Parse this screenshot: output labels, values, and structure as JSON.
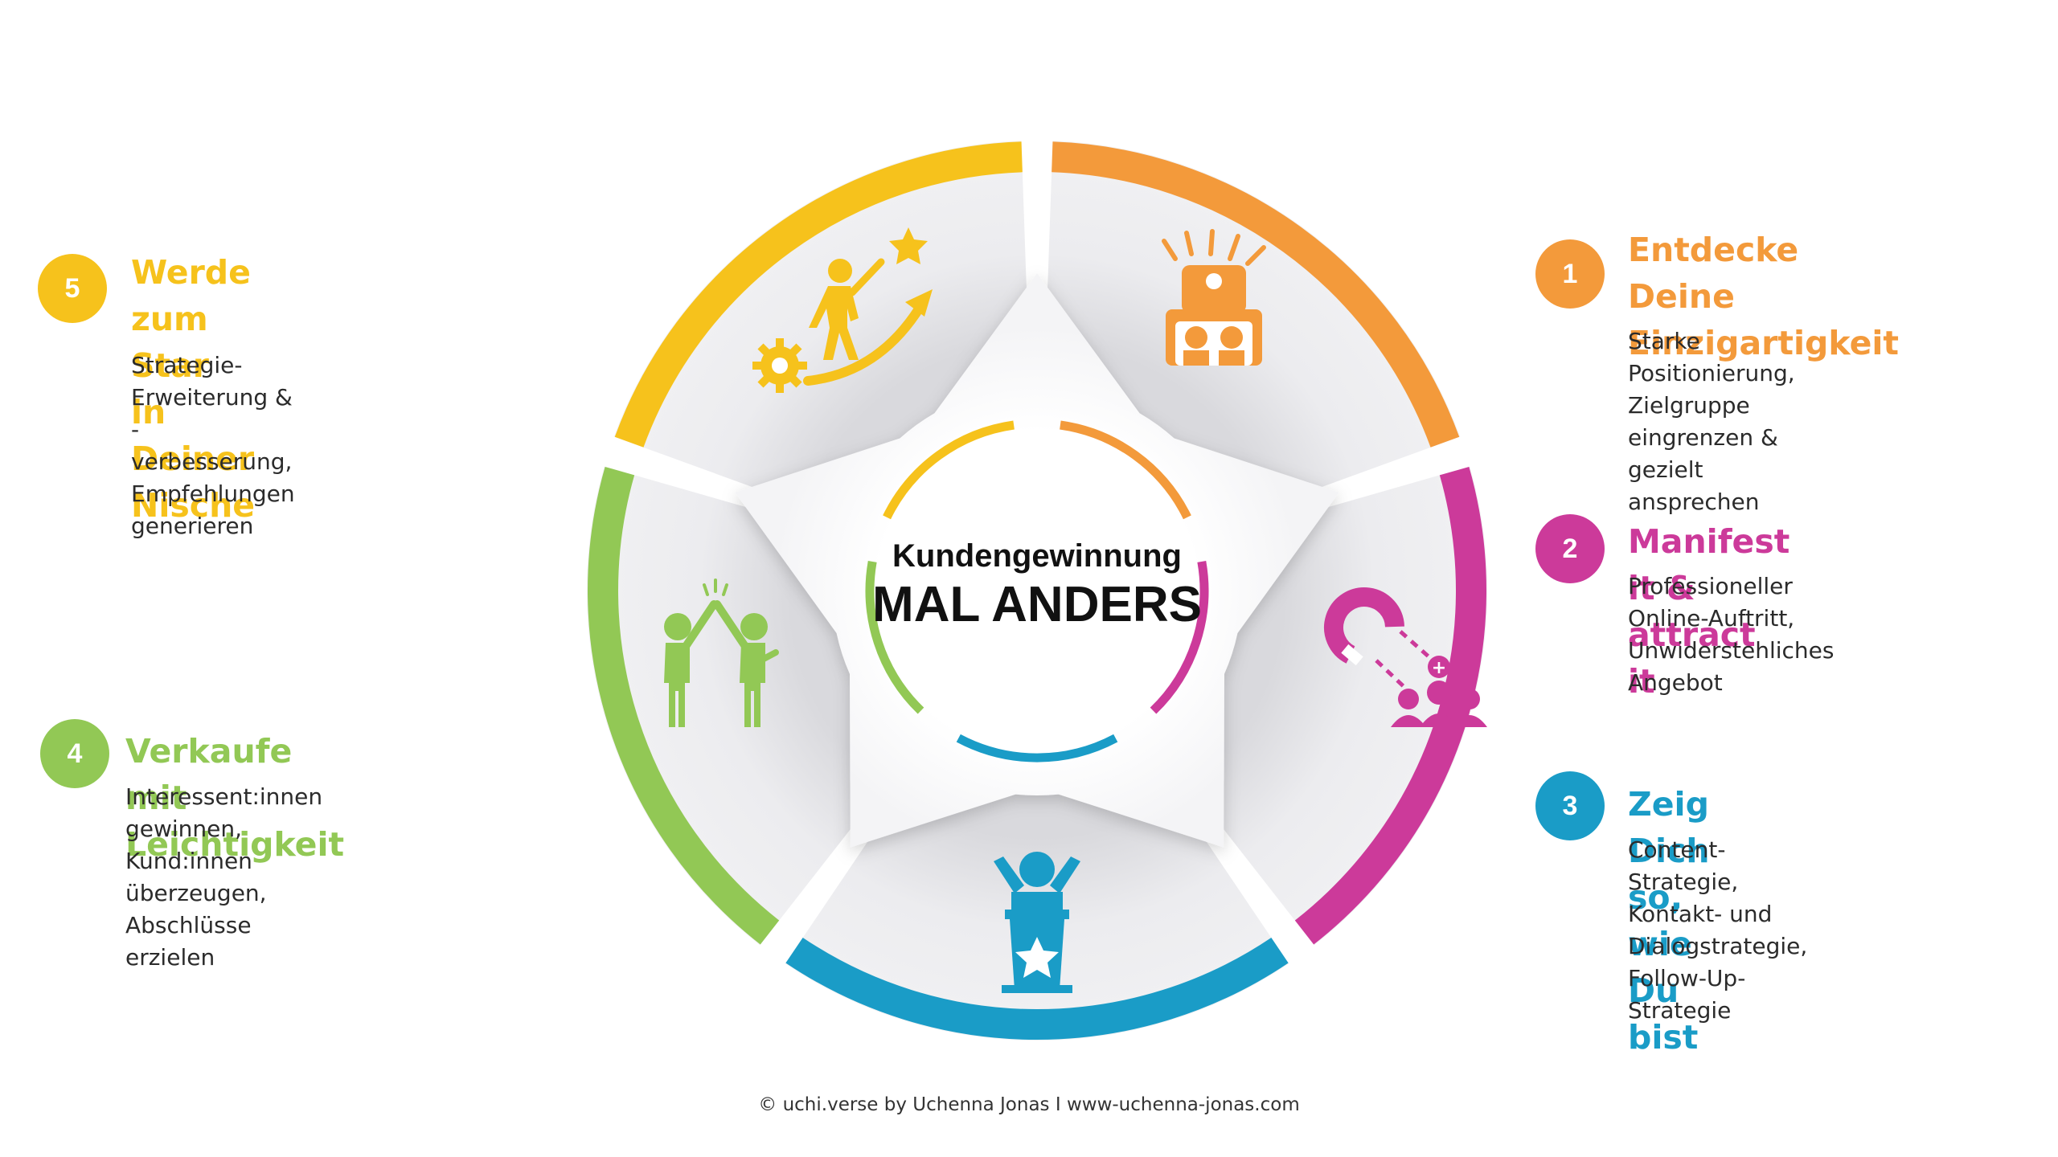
{
  "center": {
    "line1": "Kundengewinnung",
    "line2": "MAL ANDERS"
  },
  "colors": {
    "orange": "#f39a3b",
    "magenta": "#cc3a9a",
    "blue": "#1a9cc7",
    "green": "#92c855",
    "yellow": "#f6c21c",
    "segment_fill": "#eeeef0"
  },
  "steps": [
    {
      "number": "1",
      "title": "Entdecke Deine\nEinzigartigkeit",
      "description": "Starke Positionierung, Zielgruppe\neingrenzen & gezielt ansprechen",
      "color": "#f39a3b",
      "icon": "unique-group-icon"
    },
    {
      "number": "2",
      "title": "Manifest it & attract it",
      "description": "Professioneller Online-Auftritt,\nUnwiderstehliches Angebot",
      "color": "#cc3a9a",
      "icon": "magnet-attract-icon"
    },
    {
      "number": "3",
      "title": "Zeig Dich so, wie Du bist",
      "description": "Content-Strategie, Kontakt- und\nDialogstrategie, Follow-Up-Strategie",
      "color": "#1a9cc7",
      "icon": "speaker-podium-icon"
    },
    {
      "number": "4",
      "title": "Verkaufe mit Leichtigkeit",
      "description": "Interessent:innen gewinnen, Kund:innen\nüberzeugen, Abschlüsse erzielen",
      "color": "#92c855",
      "icon": "high-five-icon"
    },
    {
      "number": "5",
      "title": "Werde zum Star in\nDeiner Nische",
      "description": "Strategie-Erweiterung & -verbesserung,\nEmpfehlungen generieren",
      "color": "#f6c21c",
      "icon": "climb-star-icon"
    }
  ],
  "footer": "© uchi.verse by Uchenna Jonas I www-uchenna-jonas.com"
}
